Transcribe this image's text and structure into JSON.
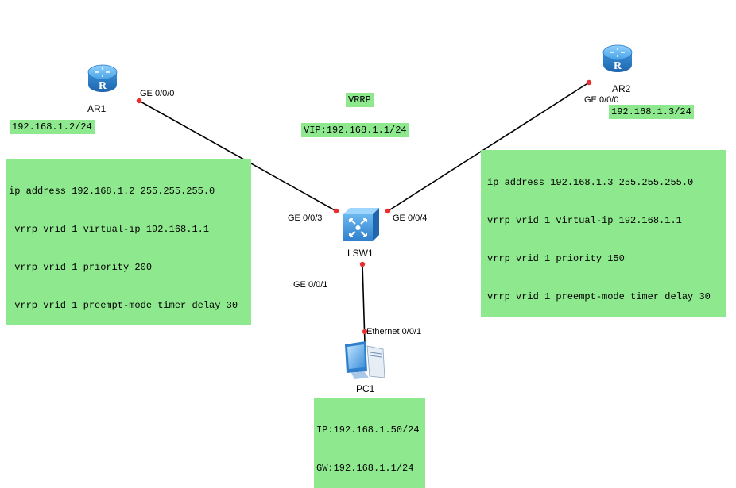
{
  "devices": {
    "ar1": {
      "name": "AR1"
    },
    "ar2": {
      "name": "AR2"
    },
    "lsw1": {
      "name": "LSW1"
    },
    "pc1": {
      "name": "PC1"
    }
  },
  "ports": {
    "ar1_ge000": "GE 0/0/0",
    "ar2_ge000": "GE 0/0/0",
    "lsw1_ge003": "GE 0/0/3",
    "lsw1_ge004": "GE 0/0/4",
    "lsw1_ge001": "GE 0/0/1",
    "pc1_eth001": "Ethernet 0/0/1"
  },
  "notes": {
    "vrrp_title": "VRRP",
    "vip": "VIP:192.168.1.1/24",
    "ar1_ip": "192.168.1.2/24",
    "ar2_ip": "192.168.1.3/24",
    "ar1_config": [
      "ip address 192.168.1.2 255.255.255.0",
      " vrrp vrid 1 virtual-ip 192.168.1.1",
      " vrrp vrid 1 priority 200",
      " vrrp vrid 1 preempt-mode timer delay 30"
    ],
    "ar2_config": [
      "ip address 192.168.1.3 255.255.255.0",
      "vrrp vrid 1 virtual-ip 192.168.1.1",
      "vrrp vrid 1 priority 150",
      "vrrp vrid 1 preempt-mode timer delay 30"
    ],
    "pc1_ip": "IP:192.168.1.50/24",
    "pc1_gw": "GW:192.168.1.1/24"
  },
  "colors": {
    "note_bg": "#8ee88e",
    "port_dot": "#e83030",
    "device_blue": "#3d8fd8"
  }
}
